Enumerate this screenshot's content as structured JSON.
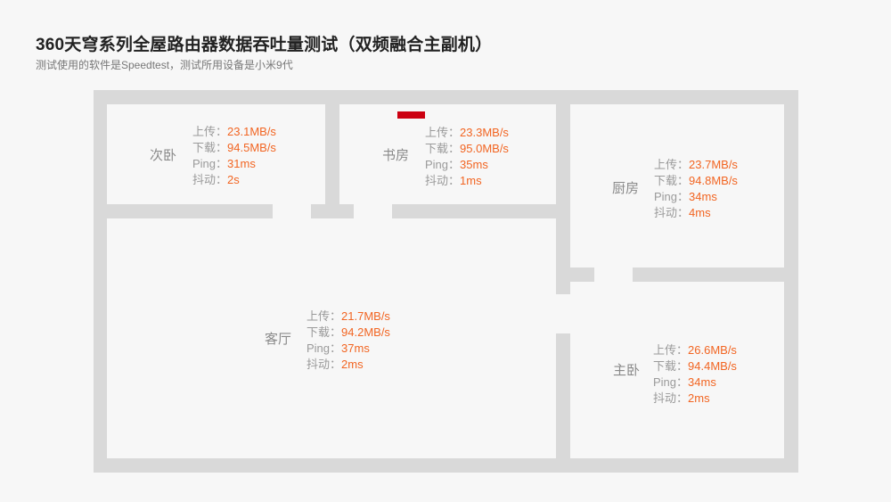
{
  "header": {
    "title": "360天穹系列全屋路由器数据吞吐量测试（双频融合主副机）",
    "subtitle": "测试使用的软件是Speedtest，测试所用设备是小米9代"
  },
  "labels": {
    "upload": "上传：",
    "download": "下载：",
    "ping": "Ping：",
    "jitter": "抖动："
  },
  "colors": {
    "wall": "#d9d9d9",
    "value": "#f26522",
    "label": "#9a9a9a",
    "router_marker": "#cc0011"
  },
  "rooms": {
    "second_bedroom": {
      "name": "次卧",
      "upload": "23.1MB/s",
      "download": "94.5MB/s",
      "ping": "31ms",
      "jitter": "2s"
    },
    "study": {
      "name": "书房",
      "upload": "23.3MB/s",
      "download": "95.0MB/s",
      "ping": "35ms",
      "jitter": "1ms"
    },
    "kitchen": {
      "name": "厨房",
      "upload": "23.7MB/s",
      "download": "94.8MB/s",
      "ping": "34ms",
      "jitter": "4ms"
    },
    "living_room": {
      "name": "客厅",
      "upload": "21.7MB/s",
      "download": "94.2MB/s",
      "ping": "37ms",
      "jitter": "2ms"
    },
    "master_bedroom": {
      "name": "主卧",
      "upload": "26.6MB/s",
      "download": "94.4MB/s",
      "ping": "34ms",
      "jitter": "2ms"
    }
  }
}
